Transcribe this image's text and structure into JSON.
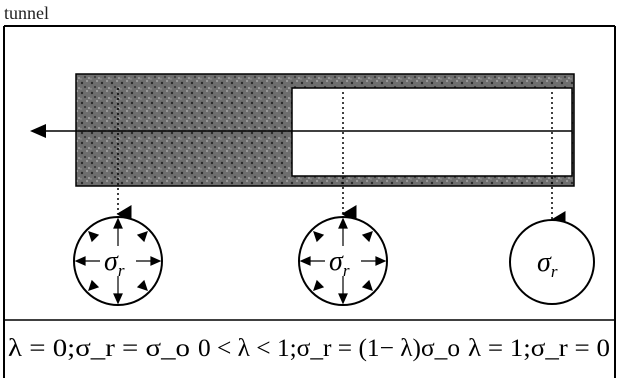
{
  "diagram": {
    "top_caption": "tunnel",
    "sigma_symbol": "σ",
    "sigma_subscript": "r",
    "conditions": [
      "λ = 0;σ_r = σ_o",
      "0 < λ < 1;σ_r = (1− λ)σ_o",
      "λ = 1;σ_r = 0"
    ]
  }
}
